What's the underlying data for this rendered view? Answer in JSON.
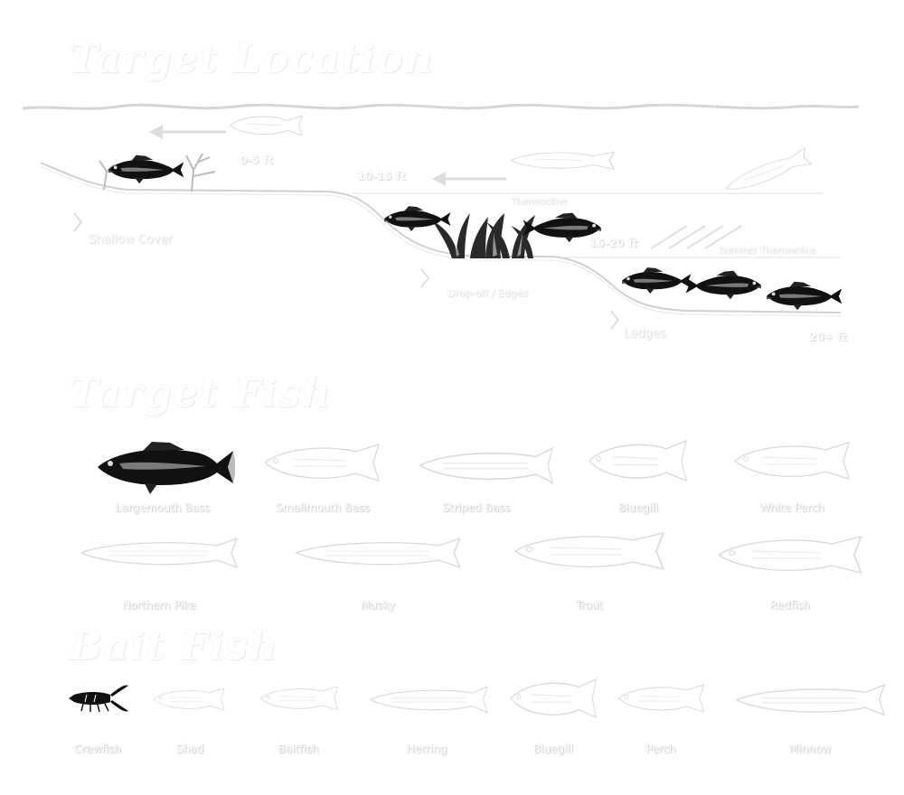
{
  "sections": {
    "target_location": "Target Location",
    "target_fish": "Target Fish",
    "bait_fish": "Bait Fish"
  },
  "zones": {
    "shallow_cover": "Shallow Cover",
    "drop_off": "Drop-off / Edges",
    "ledges": "Ledges",
    "thermocline_top": "Thermocline",
    "thermocline_bottom": "Summer Thermocline"
  },
  "depths": [
    "0-5 ft",
    "10-15 ft",
    "15-20 ft",
    "20+ ft"
  ],
  "target_fish": [
    {
      "name": "Largemouth Bass",
      "highlight": true
    },
    {
      "name": "Smallmouth Bass",
      "highlight": false
    },
    {
      "name": "Striped Bass",
      "highlight": false
    },
    {
      "name": "Bluegill",
      "highlight": false
    },
    {
      "name": "White Perch",
      "highlight": false
    },
    {
      "name": "Northern Pike",
      "highlight": false
    },
    {
      "name": "Musky",
      "highlight": false
    },
    {
      "name": "Trout",
      "highlight": false
    },
    {
      "name": "Redfish",
      "highlight": false
    }
  ],
  "bait_fish": [
    {
      "name": "Crawfish",
      "highlight": true
    },
    {
      "name": "Shad",
      "highlight": false
    },
    {
      "name": "Baitfish",
      "highlight": false
    },
    {
      "name": "Herring",
      "highlight": false
    },
    {
      "name": "Bluegill",
      "highlight": false
    },
    {
      "name": "Perch",
      "highlight": false
    },
    {
      "name": "Minnow",
      "highlight": false
    }
  ],
  "colors": {
    "fish_dark": "#111111",
    "fish_stripe": "#6b6b6b",
    "faint_outline": "#dddddd",
    "line": "#cccccc",
    "weed": "#2a2a2a"
  }
}
